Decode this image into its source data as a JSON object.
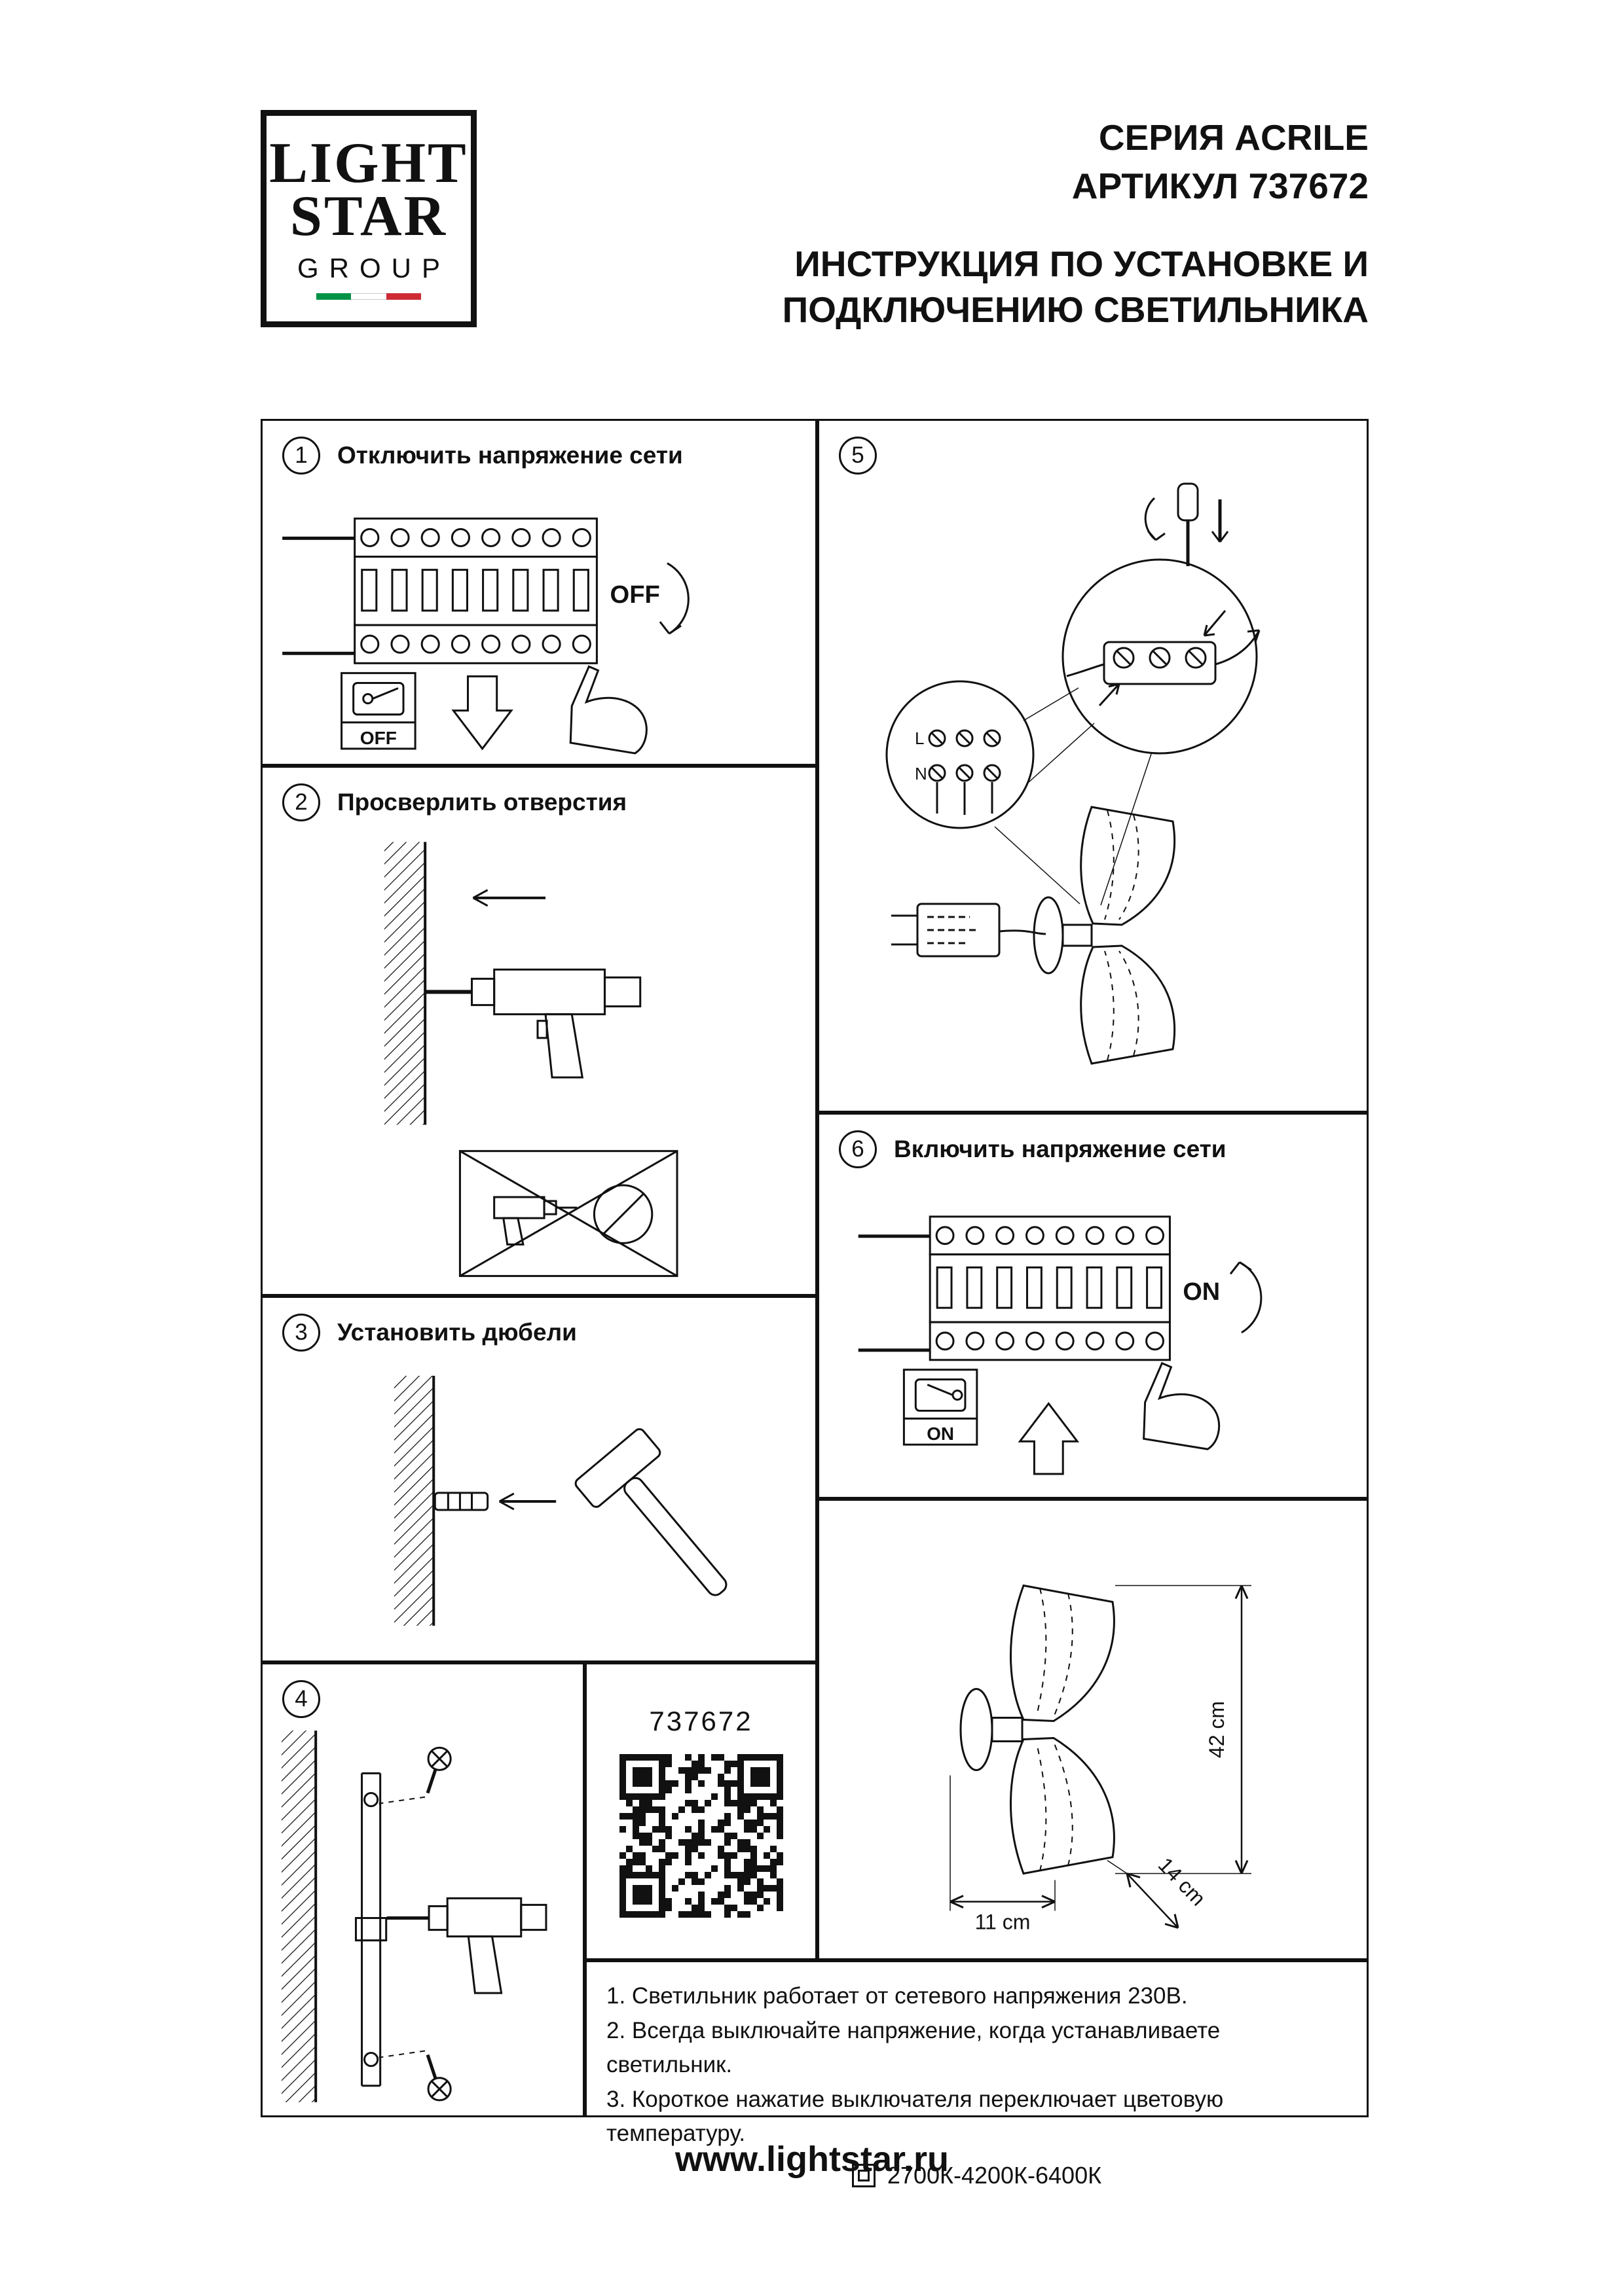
{
  "header": {
    "series": "СЕРИЯ ACRILE",
    "article": "АРТИКУЛ 737672",
    "title_line1": "ИНСТРУКЦИЯ ПО УСТАНОВКЕ И",
    "title_line2": "ПОДКЛЮЧЕНИЮ СВЕТИЛЬНИКА"
  },
  "logo": {
    "line1": "LIGHT",
    "line2": "STAR",
    "line3": "GROUP",
    "flag_colors": {
      "green": "#009246",
      "white": "#ffffff",
      "red": "#ce2b37"
    }
  },
  "steps": [
    {
      "num": "1",
      "title": "Отключить напряжение сети",
      "breaker_label": "OFF",
      "switch_label": "OFF"
    },
    {
      "num": "2",
      "title": "Просверлить отверстия"
    },
    {
      "num": "3",
      "title": "Установить дюбели"
    },
    {
      "num": "4",
      "title": ""
    },
    {
      "num": "5",
      "title": "",
      "terminal_l": "L",
      "terminal_n": "N"
    },
    {
      "num": "6",
      "title": "Включить напряжение сети",
      "breaker_label": "ON",
      "switch_label": "ON"
    }
  ],
  "qr_panel": {
    "article": "737672"
  },
  "dimensions": {
    "height": "42 cm",
    "width": "11 cm",
    "depth": "14 cm"
  },
  "notes": {
    "lines": [
      "1. Светильник работает от сетевого напряжения 230В.",
      "2. Всегда выключайте напряжение, когда устанавливаете светильник.",
      "3. Короткое нажатие выключателя переключает цветовую температуру."
    ],
    "color_temp": "2700К-4200К-6400К"
  },
  "footer": {
    "website": "www.lightstar.ru"
  }
}
